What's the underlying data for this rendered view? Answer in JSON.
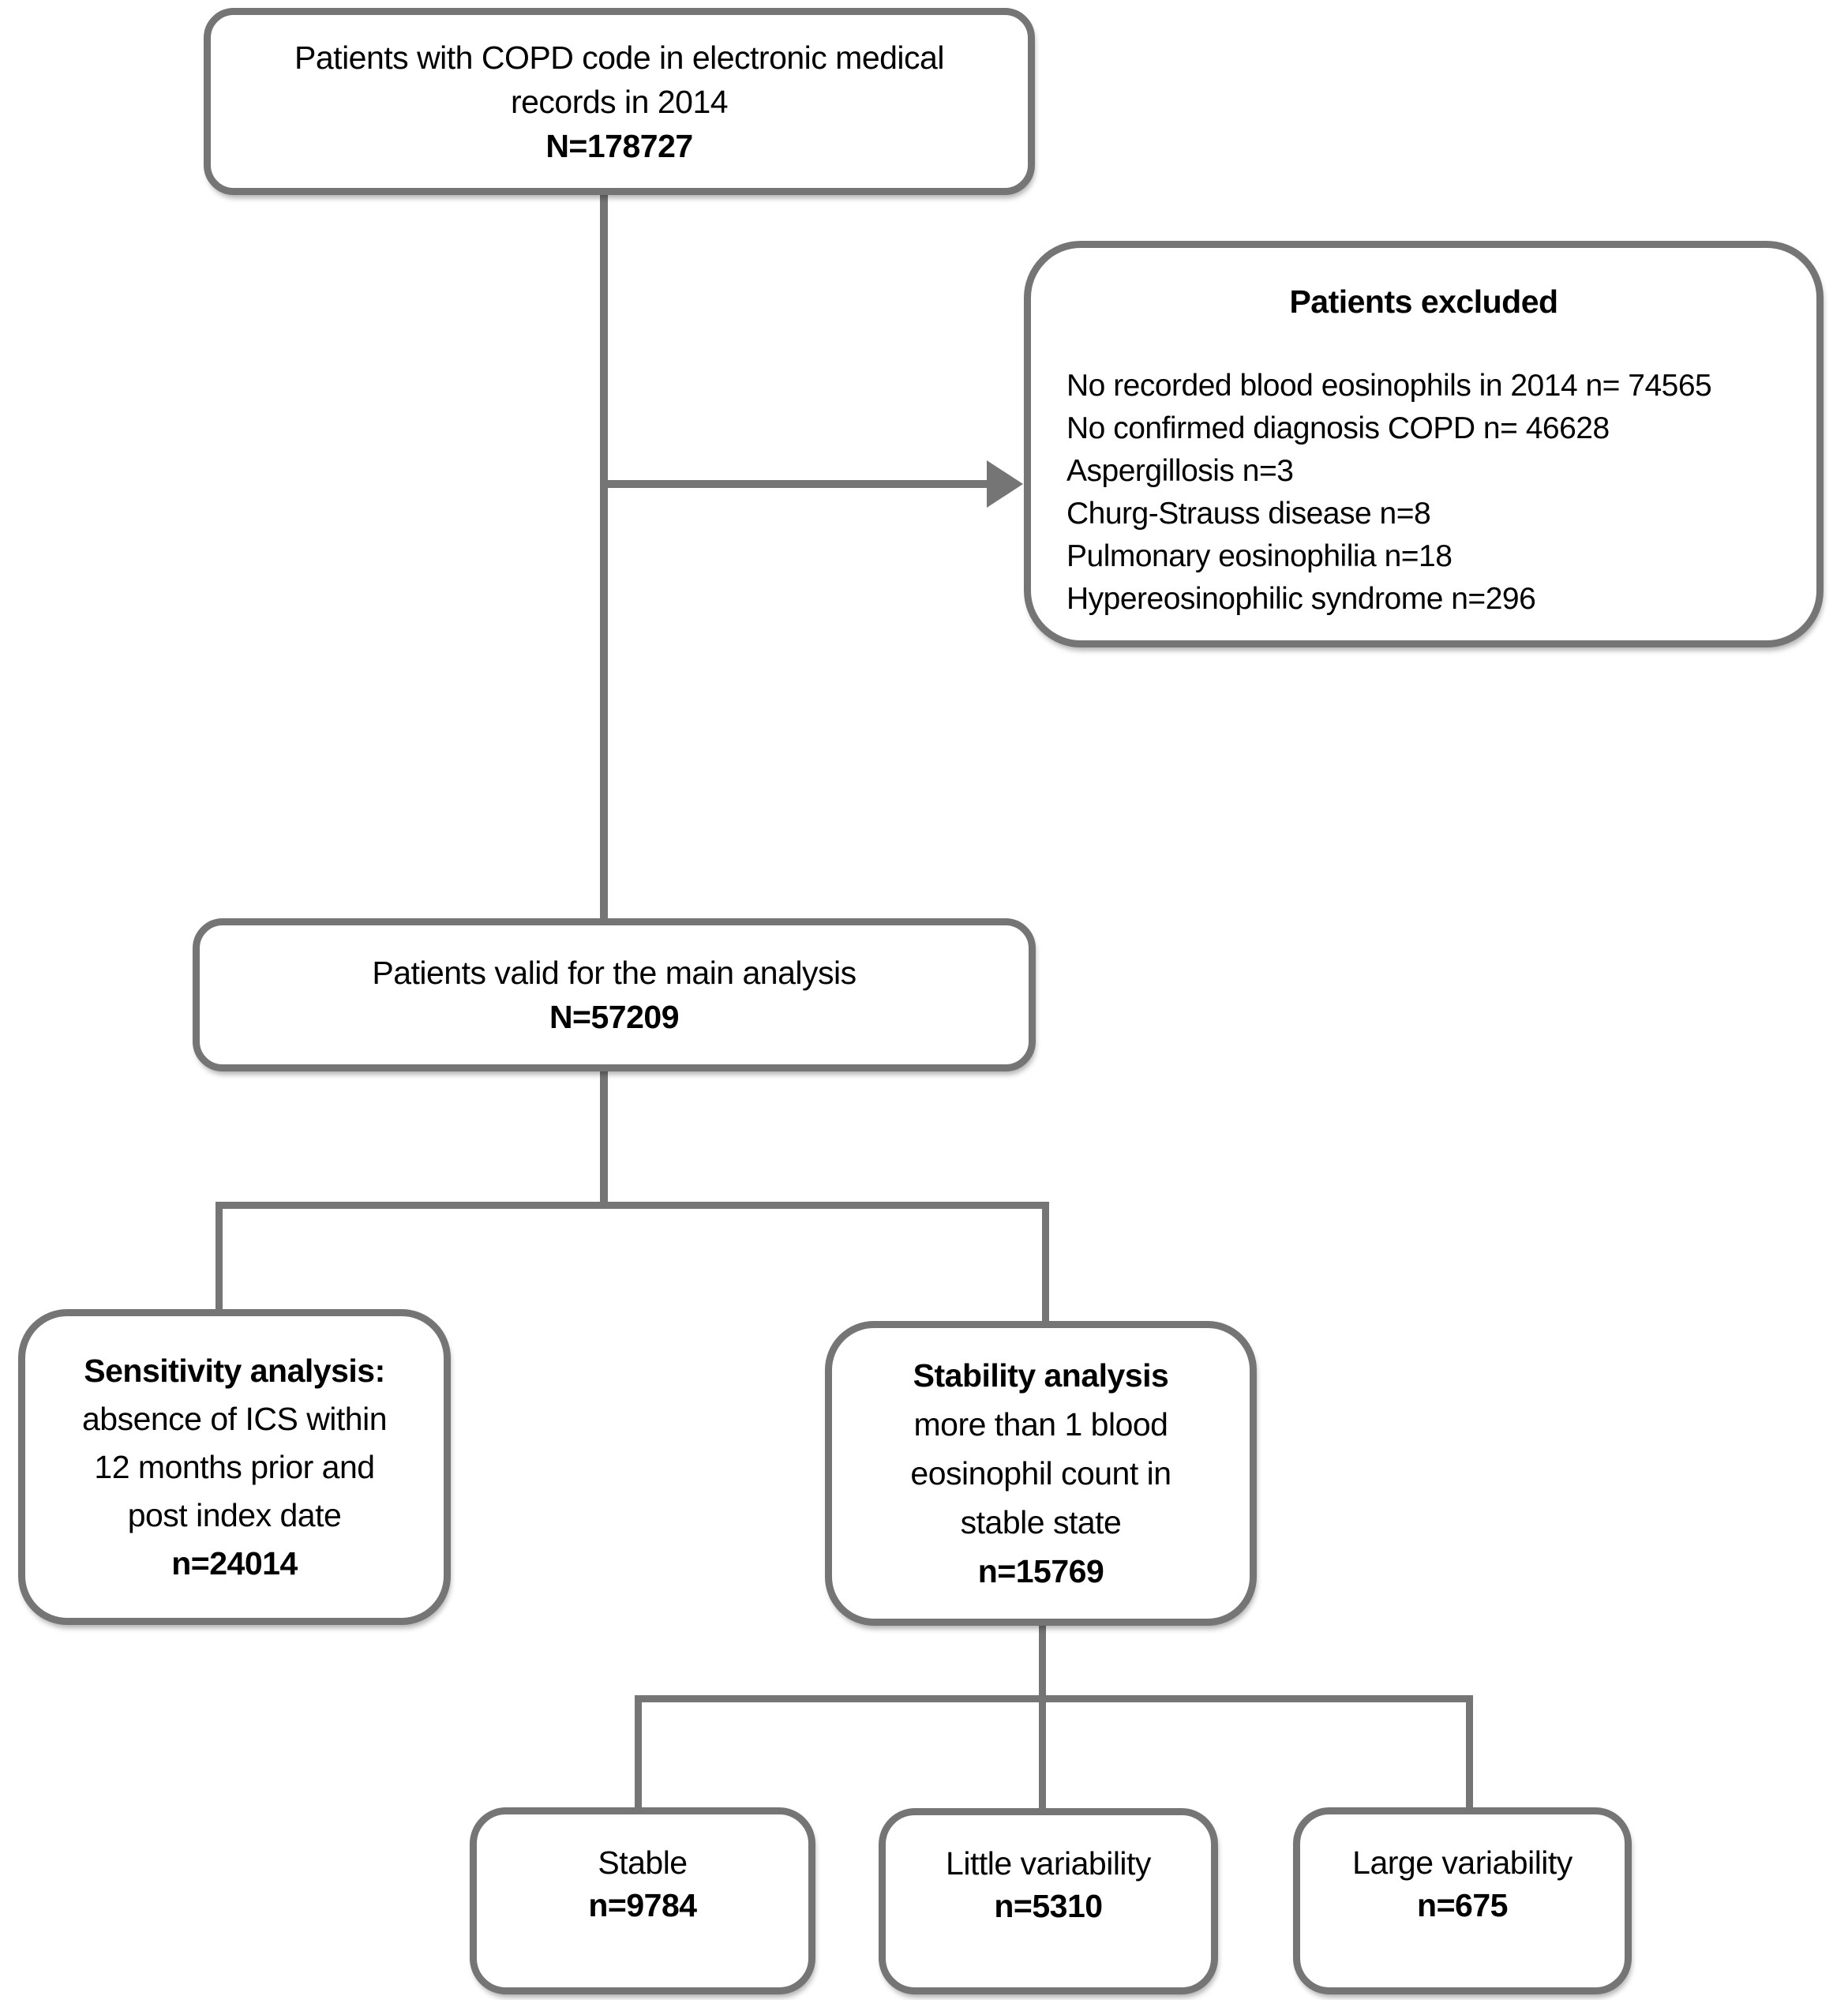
{
  "diagram": {
    "kind": "patient-flow-chart",
    "colors": {
      "border": "#757575",
      "text": "#000000",
      "background": "#ffffff"
    }
  },
  "boxes": {
    "copd_2014": {
      "lines": [
        "Patients with COPD code in electronic medical",
        "records in 2014",
        "N=178727"
      ]
    },
    "excluded": {
      "title": "Patients excluded",
      "items": [
        "No recorded blood eosinophils in 2014 n= 74565",
        "No confirmed diagnosis COPD n= 46628",
        "Aspergillosis n=3",
        "Churg-Strauss disease n=8",
        "Pulmonary eosinophilia n=18",
        "Hypereosinophilic syndrome n=296"
      ]
    },
    "valid": {
      "lines": [
        "Patients valid for the main analysis",
        "N=57209"
      ]
    },
    "sensitivity": {
      "lines": [
        "Sensitivity analysis:",
        "absence of ICS within",
        "12 months prior and",
        "post index date",
        "n=24014"
      ]
    },
    "stability": {
      "lines": [
        "Stability analysis",
        "more than 1 blood",
        "eosinophil count in",
        "stable state",
        "n=15769"
      ]
    },
    "stable": {
      "lines": [
        "Stable",
        "n=9784"
      ]
    },
    "little_variability": {
      "lines": [
        "Little variability",
        "n=5310"
      ]
    },
    "large_variability": {
      "lines": [
        "Large variability",
        "n=675"
      ]
    }
  }
}
